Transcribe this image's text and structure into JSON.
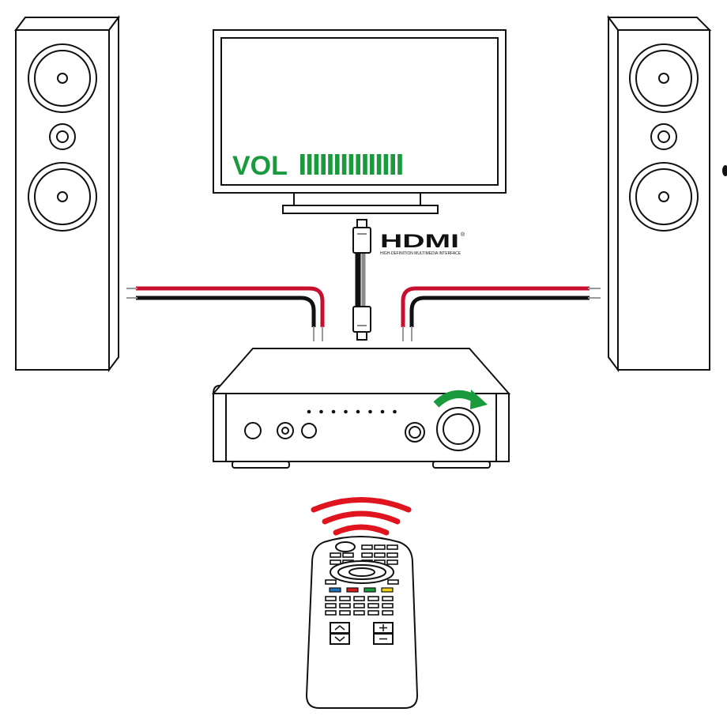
{
  "tv": {
    "vol_label": "VOL",
    "vol_level": 1.0,
    "vol_segments": 15
  },
  "hdmi": {
    "logo": "HDMI",
    "registered": "®",
    "tagline": "HIGH-DEFINITION MULTIMEDIA INTERFACE"
  },
  "amplifier": {
    "indicator_leds": 8
  },
  "colors": {
    "line": "#111111",
    "vol_green": "#1a9a3c",
    "arrow_green": "#1a9a3c",
    "wire_red": "#c8102e",
    "wire_black": "#111111",
    "signal_red": "#e0141e",
    "remote_blue": "#1e73be",
    "remote_red": "#d7191c",
    "remote_green": "#1a9a3c",
    "remote_yellow": "#f2d21a"
  },
  "icons": {
    "volume_arrow": "clockwise-arrow-icon",
    "ir_signal": "infrared-signal-icon",
    "hdmi_plug": "hdmi-plug-icon"
  }
}
